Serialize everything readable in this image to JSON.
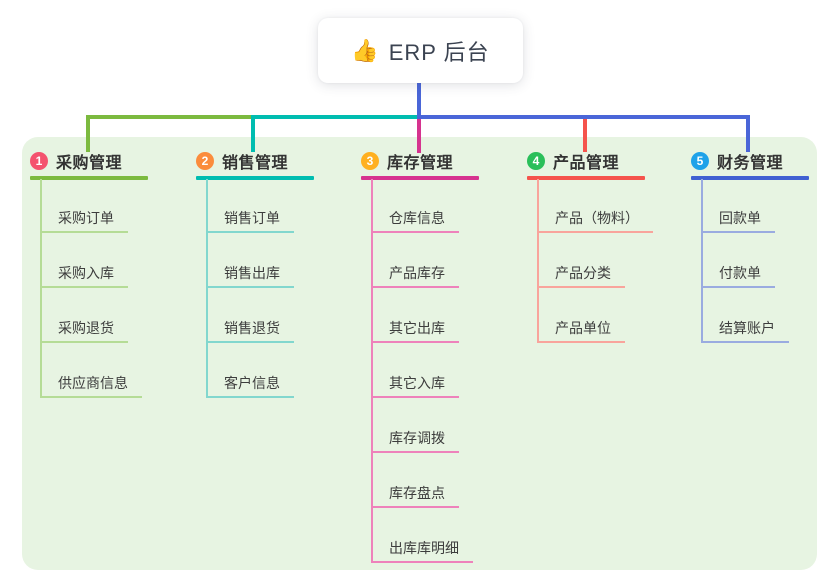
{
  "root": {
    "icon": "👍",
    "title": "ERP 后台",
    "stem_color": "#4A66D8"
  },
  "panel": {
    "background": "#E7F4E2"
  },
  "branches": [
    {
      "number": "1",
      "label": "采购管理",
      "badge_color": "#F4536E",
      "line_color": "#7CBA3F",
      "child_line_color": "#B5DC96",
      "children": [
        "采购订单",
        "采购入库",
        "采购退货",
        "供应商信息"
      ]
    },
    {
      "number": "2",
      "label": "销售管理",
      "badge_color": "#FB8C3C",
      "line_color": "#00BDB0",
      "child_line_color": "#82D7CE",
      "children": [
        "销售订单",
        "销售出库",
        "销售退货",
        "客户信息"
      ]
    },
    {
      "number": "3",
      "label": "库存管理",
      "badge_color": "#FFB020",
      "line_color": "#D6338F",
      "child_line_color": "#EE82BB",
      "children": [
        "仓库信息",
        "产品库存",
        "其它出库",
        "其它入库",
        "库存调拨",
        "库存盘点",
        "出库库明细"
      ]
    },
    {
      "number": "4",
      "label": "产品管理",
      "badge_color": "#2ABF5A",
      "line_color": "#F5534C",
      "child_line_color": "#F9A49C",
      "children": [
        "产品（物料）",
        "产品分类",
        "产品单位"
      ]
    },
    {
      "number": "5",
      "label": "财务管理",
      "badge_color": "#1FA2E9",
      "line_color": "#4160D2",
      "child_line_color": "#9AABE0",
      "children": [
        "回款单",
        "付款单",
        "结算账户"
      ]
    }
  ]
}
